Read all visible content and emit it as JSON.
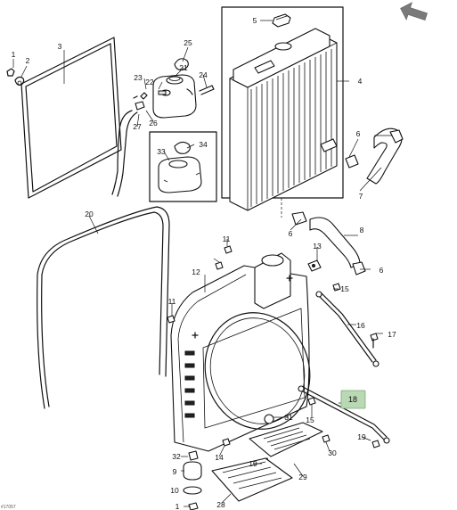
{
  "diagram": {
    "callouts": [
      {
        "id": "1a",
        "label": "1"
      },
      {
        "id": "2",
        "label": "2"
      },
      {
        "id": "3",
        "label": "3"
      },
      {
        "id": "4",
        "label": "4"
      },
      {
        "id": "5",
        "label": "5"
      },
      {
        "id": "6a",
        "label": "6"
      },
      {
        "id": "6b",
        "label": "6"
      },
      {
        "id": "6c",
        "label": "6"
      },
      {
        "id": "7",
        "label": "7"
      },
      {
        "id": "8",
        "label": "8"
      },
      {
        "id": "9",
        "label": "9"
      },
      {
        "id": "10",
        "label": "10"
      },
      {
        "id": "11a",
        "label": "11"
      },
      {
        "id": "11b",
        "label": "11"
      },
      {
        "id": "12",
        "label": "12"
      },
      {
        "id": "13",
        "label": "13"
      },
      {
        "id": "14",
        "label": "14"
      },
      {
        "id": "15a",
        "label": "15"
      },
      {
        "id": "15b",
        "label": "15"
      },
      {
        "id": "16",
        "label": "16"
      },
      {
        "id": "17",
        "label": "17"
      },
      {
        "id": "18",
        "label": "18"
      },
      {
        "id": "19a",
        "label": "19"
      },
      {
        "id": "19b",
        "label": "19"
      },
      {
        "id": "20",
        "label": "20"
      },
      {
        "id": "21",
        "label": "21"
      },
      {
        "id": "22",
        "label": "22"
      },
      {
        "id": "23",
        "label": "23"
      },
      {
        "id": "24",
        "label": "24"
      },
      {
        "id": "25",
        "label": "25"
      },
      {
        "id": "26",
        "label": "26"
      },
      {
        "id": "27",
        "label": "27"
      },
      {
        "id": "28",
        "label": "28"
      },
      {
        "id": "29",
        "label": "29"
      },
      {
        "id": "30",
        "label": "30"
      },
      {
        "id": "31",
        "label": "31"
      },
      {
        "id": "32",
        "label": "32"
      },
      {
        "id": "33",
        "label": "33"
      },
      {
        "id": "34",
        "label": "34"
      },
      {
        "id": "1b",
        "label": "1"
      }
    ],
    "highlighted_callout": "18",
    "highlight_color": "#b9d8b4",
    "nav_icon": "arrow-up-left-icon",
    "corner_text": "#17057"
  }
}
